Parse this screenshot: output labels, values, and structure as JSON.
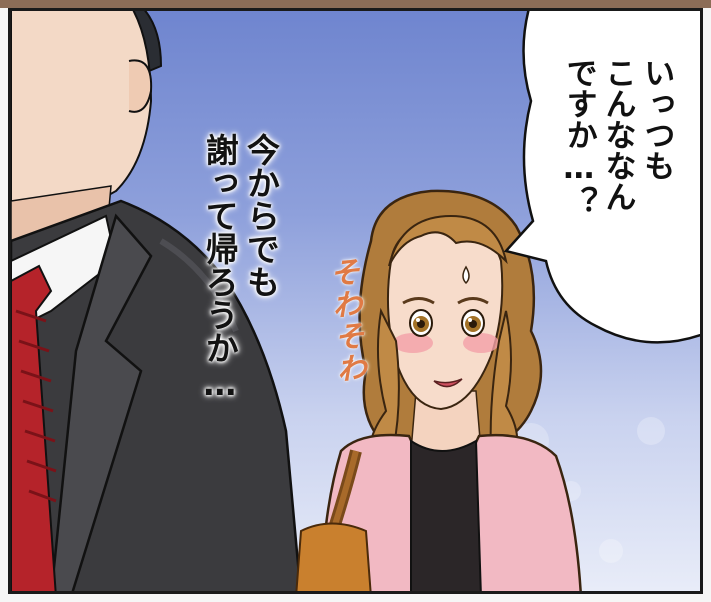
{
  "panel": {
    "narration_lines": "今からでも\n謝って帰ろうか…",
    "speech_bubble_lines": "いっつも\nこんななん\nですか…？",
    "sound_effect": "そわそわ"
  },
  "colors": {
    "sky_top": "#6f85cf",
    "sky_bottom": "#e8ecf8",
    "suit": "#3b3b3e",
    "tie": "#b5232a",
    "jacket": "#f2b9c3",
    "hair": "#b07c3c",
    "sfx": "#e07a45"
  }
}
